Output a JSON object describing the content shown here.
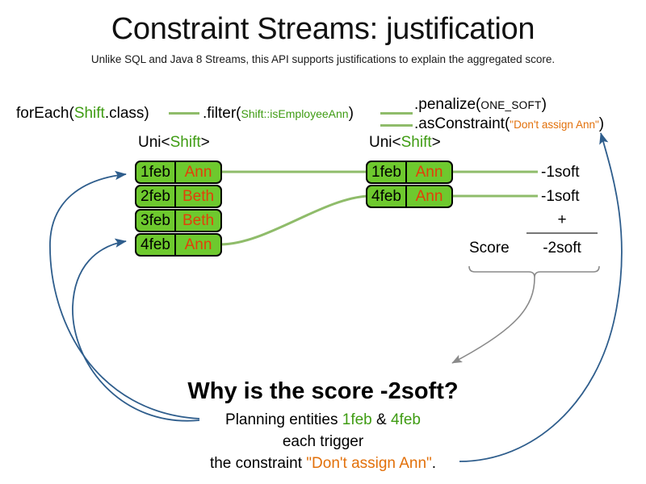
{
  "header": {
    "title": "Constraint Streams: justification",
    "subtitle": "Unlike SQL and Java 8 Streams, this API supports justifications to explain the aggregated score."
  },
  "code_line": {
    "foreach": {
      "call": "forEach(",
      "type": "Shift",
      "tail": ".class)"
    },
    "filter": {
      "call": ".filter(",
      "arg": "Shift::isEmployeeAnn",
      "tail": ")"
    },
    "penalize": {
      "call": ".penalize(",
      "arg": "ONE_SOFT",
      "tail": ")"
    },
    "as_constraint": {
      "call": ".asConstraint(",
      "arg": "\"Don't assign Ann\"",
      "tail": ")"
    }
  },
  "streams": [
    {
      "label_prefix": "Uni<",
      "label_type": "Shift",
      "label_suffix": ">",
      "rows": [
        {
          "date": "1feb",
          "name": "Ann"
        },
        {
          "date": "2feb",
          "name": "Beth"
        },
        {
          "date": "3feb",
          "name": "Beth"
        },
        {
          "date": "4feb",
          "name": "Ann"
        }
      ]
    },
    {
      "label_prefix": "Uni<",
      "label_type": "Shift",
      "label_suffix": ">",
      "rows": [
        {
          "date": "1feb",
          "name": "Ann"
        },
        {
          "date": "4feb",
          "name": "Ann"
        }
      ]
    }
  ],
  "score_panel": {
    "impacts": [
      "-1soft",
      "-1soft"
    ],
    "operator": "+",
    "label": "Score",
    "total": "-2soft"
  },
  "explanation": {
    "heading": "Why is the score -2soft?",
    "line1_prefix": "Planning entities ",
    "line1_entity_a": "1feb",
    "line1_conjunction": " & ",
    "line1_entity_b": "4feb",
    "line2": "each trigger",
    "line3_prefix": "the constraint ",
    "line3_constraint": "\"Don't assign Ann\"",
    "line3_suffix": "."
  },
  "colors": {
    "tuple_fill": "#6ec92e",
    "tuple_border": "#000000",
    "date_text": "#000000",
    "name_text": "#e2400a",
    "type_green": "#3f9c13",
    "string_orange": "#e2700a",
    "connector_green": "#8fbc6a",
    "justification_blue": "#2e5d8c",
    "brace_gray": "#8a8a8a",
    "background": "#ffffff"
  },
  "connectors": {
    "stream_link_1": "1feb -> 1feb",
    "stream_link_2": "4feb -> 4feb",
    "impact_link_1": "1feb -> -1soft",
    "impact_link_2": "4feb -> -1soft"
  },
  "arrows": {
    "justify_entity_a": "explanation -> 1feb tuple",
    "justify_entity_b": "explanation -> 4feb tuple",
    "justify_constraint": "explanation -> asConstraint string",
    "score_to_question": "Score total -> Why is the score -2soft?"
  }
}
